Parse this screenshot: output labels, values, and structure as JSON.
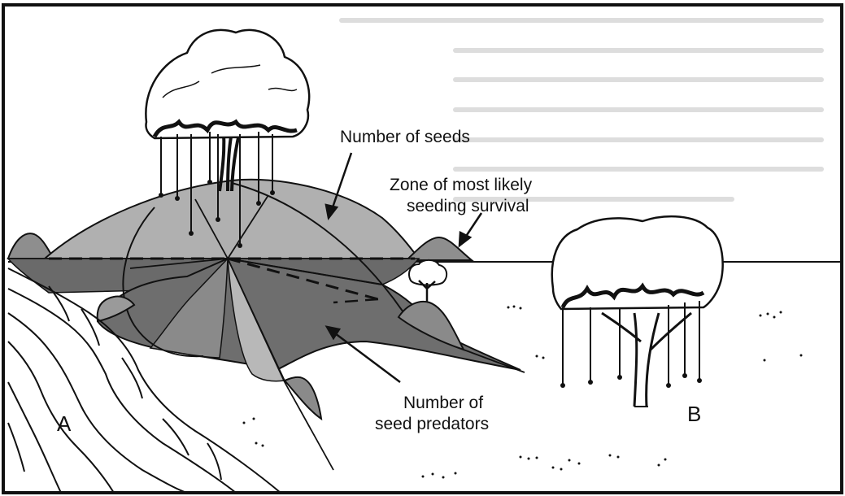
{
  "colors": {
    "background": "#ffffff",
    "ink": "#111111",
    "light_gray": "#b8b8b8",
    "mid_gray": "#8e8e8e",
    "dark_gray": "#676767",
    "faded_text": "#c9c9c9"
  },
  "labels": {
    "seeds_line1": "Number of seeds",
    "zone_line1": "Zone of most likely",
    "zone_line2": "seeding survival",
    "predators_line1": "Number of",
    "predators_line2": "seed predators",
    "tree_a": "A",
    "tree_b": "B"
  },
  "icons": {
    "parent_tree": "tree-a-icon",
    "distant_tree": "tree-b-icon",
    "small_seedling": "seedling-tree-icon"
  }
}
